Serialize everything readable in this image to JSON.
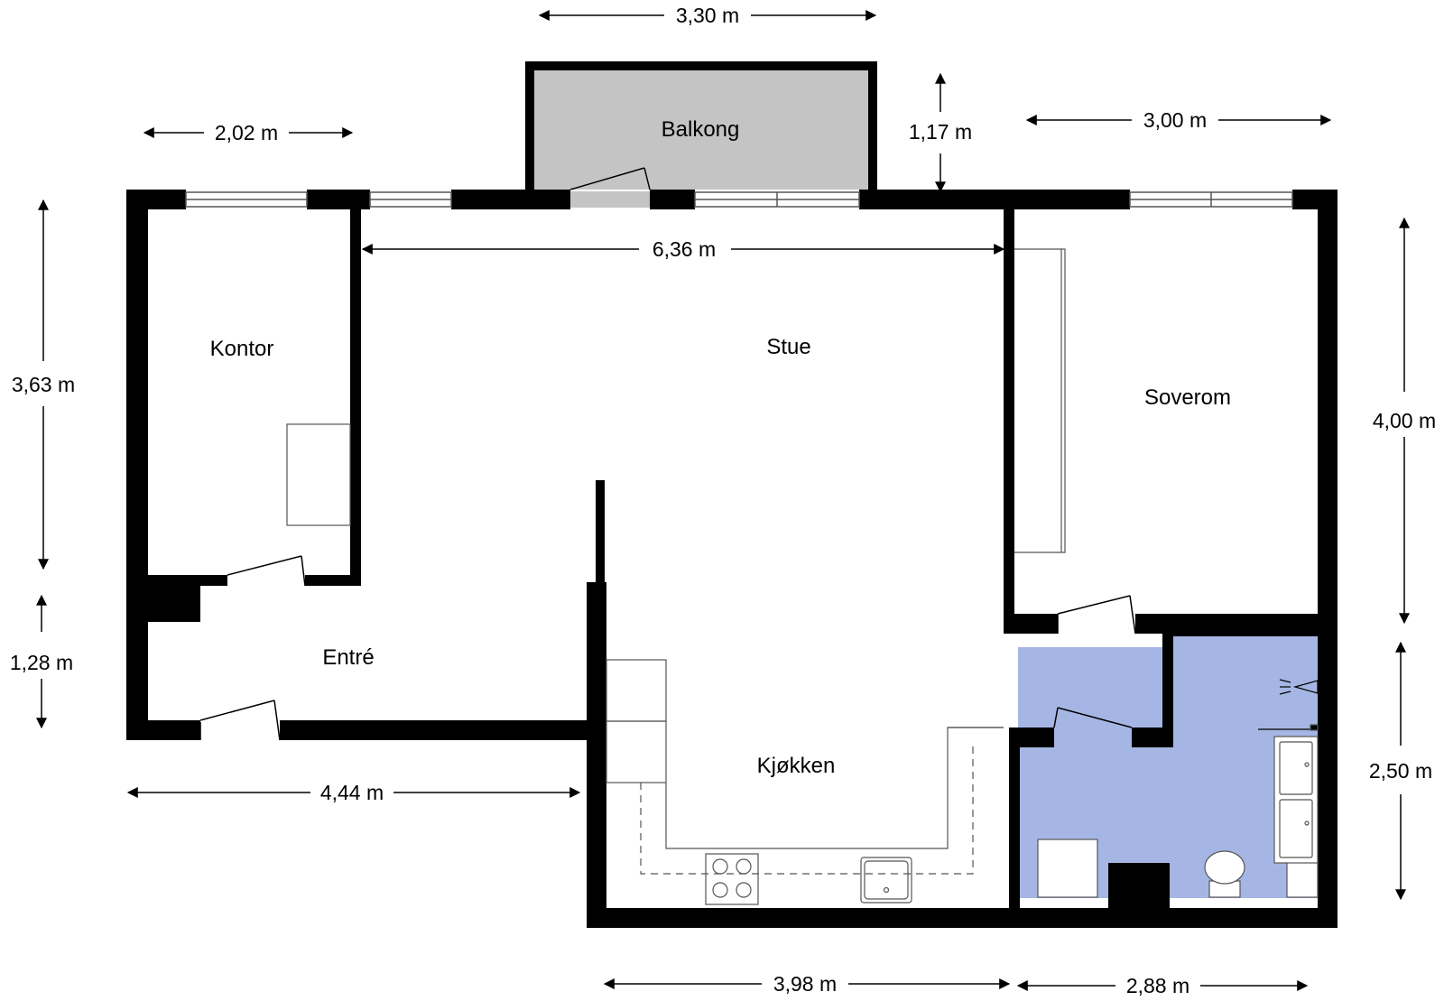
{
  "rooms": {
    "balkong": "Balkong",
    "kontor": "Kontor",
    "stue": "Stue",
    "soverom": "Soverom",
    "entre": "Entré",
    "kjokken": "Kjøkken"
  },
  "dimensions": {
    "balkong_width": "3,30 m",
    "balkong_depth": "1,17 m",
    "kontor_width": "2,02 m",
    "soverom_width": "3,00 m",
    "stue_width": "6,36 m",
    "kontor_height": "3,63 m",
    "entre_height": "1,28 m",
    "soverom_height": "4,00 m",
    "bath_height": "2,50 m",
    "entre_width": "4,44 m",
    "kjokken_width": "3,98 m",
    "bath_width": "2,88 m"
  },
  "colors": {
    "wall": "#000000",
    "balcony_fill": "#c4c4c4",
    "bathroom_fill": "#a6b6e4",
    "fixture_stroke": "#555555"
  }
}
